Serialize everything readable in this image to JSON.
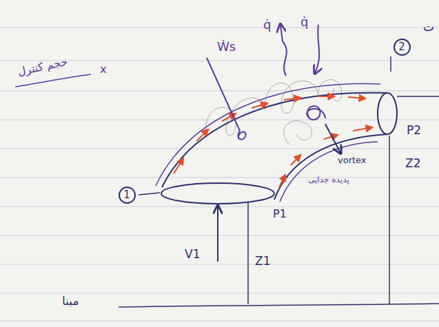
{
  "diagram": {
    "nodes": [
      {
        "text": [
          "1"
        ]
      },
      {
        "text": [
          "2"
        ]
      }
    ],
    "labels": [
      "ت",
      "x",
      "حجم کنترل",
      "Ẇs",
      "q̇",
      "q̇",
      "vortex",
      "پدیده جدایی",
      "P2",
      "Z2",
      "V1",
      "P1",
      "Z1",
      "مبنا"
    ]
  }
}
